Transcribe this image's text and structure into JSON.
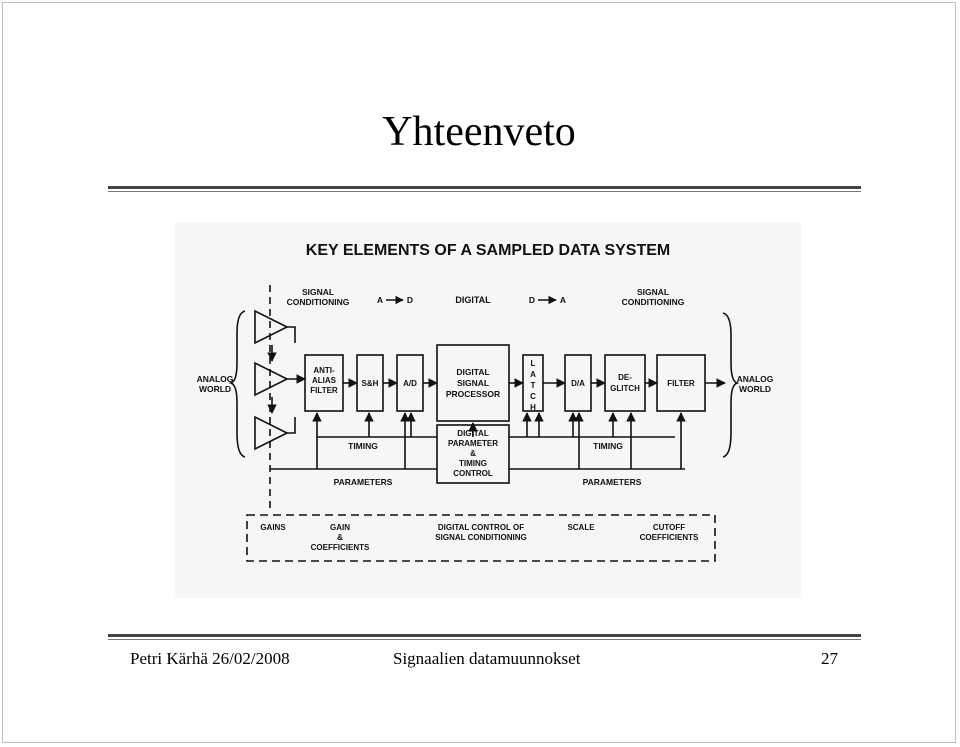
{
  "slide": {
    "title": "Yhteenveto",
    "footer": {
      "author_date": "Petri Kärhä 26/02/2008",
      "course": "Signaalien datamuunnokset",
      "page": "27"
    }
  },
  "figure": {
    "heading": "KEY ELEMENTS OF A SAMPLED DATA SYSTEM",
    "top_labels": {
      "signal_conditioning_left": [
        "SIGNAL",
        "CONDITIONING"
      ],
      "a_to_d": [
        "A",
        "D"
      ],
      "digital": "DIGITAL",
      "d_to_a": [
        "D",
        "A"
      ],
      "signal_conditioning_right": [
        "SIGNAL",
        "CONDITIONING"
      ]
    },
    "analog_world_left": [
      "ANALOG",
      "WORLD"
    ],
    "analog_world_right": [
      "ANALOG",
      "WORLD"
    ],
    "blocks": {
      "anti_alias": [
        "ANTI-",
        "ALIAS",
        "FILTER"
      ],
      "sample_hold": "S&H",
      "ad": "A/D",
      "dsp": [
        "DIGITAL",
        "SIGNAL",
        "PROCESSOR"
      ],
      "latch": [
        "L",
        "A",
        "T",
        "C",
        "H"
      ],
      "da": "D/A",
      "deglitch": [
        "DE-",
        "GLITCH"
      ],
      "filter": "FILTER",
      "control": [
        "DIGITAL",
        "PARAMETER",
        "&",
        "TIMING",
        "CONTROL"
      ]
    },
    "timing_left": "TIMING",
    "timing_right": "TIMING",
    "parameters_left": "PARAMETERS",
    "parameters_right": "PARAMETERS",
    "bottom_box": {
      "gains": "GAINS",
      "gain_coefficients": [
        "GAIN",
        "&",
        "COEFFICIENTS"
      ],
      "digital_control": [
        "DIGITAL CONTROL OF",
        "SIGNAL CONDITIONING"
      ],
      "scale": "SCALE",
      "cutoff_coefficients": [
        "CUTOFF",
        "COEFFICIENTS"
      ]
    }
  }
}
